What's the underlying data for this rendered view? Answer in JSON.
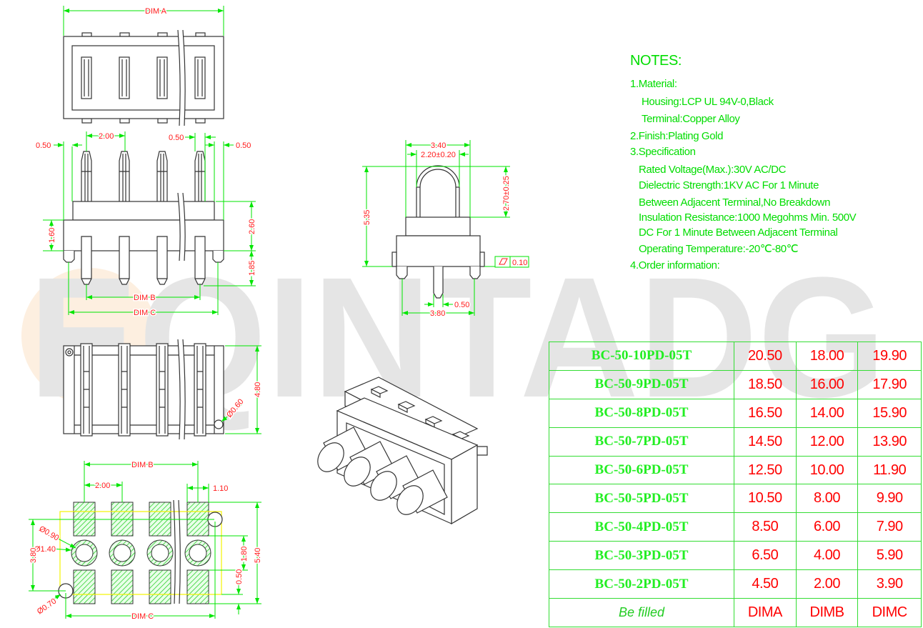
{
  "watermark": "EQINTADG",
  "colors": {
    "dimension": "#00e600",
    "text_red": "#ff1a1a",
    "outline": "#333333",
    "notes": "#00dd00"
  },
  "views": {
    "top": {
      "dim_a": "DIM A"
    },
    "front": {
      "pitch": "2.00",
      "offset_left": "0.50",
      "offset_mid": "0.50",
      "offset_right": "0.50",
      "h1": "1.60",
      "h2": "2.60",
      "h3": "1.85",
      "dim_b": "DIM B",
      "dim_c": "DIM C"
    },
    "bottom": {
      "depth": "4.80",
      "hole": "Ø0.60"
    },
    "side": {
      "w1": "3.40",
      "w2": "2.20±0.20",
      "height": "5.35",
      "pin_h": "2.70±0.25",
      "flatness": "0.10",
      "pin_w": "0.50",
      "peg_span": "3.80"
    },
    "pcb": {
      "dim_b": "DIM B",
      "pitch": "2.00",
      "pad_w": "1.10",
      "hole_inner": "Ø0.90",
      "hole_outer": "Ø1.40",
      "span": "3.80",
      "peg_hole": "Ø0.70",
      "pad_gap": "1.80",
      "total": "5.40",
      "edge": "0.50",
      "dim_c": "DIM C"
    }
  },
  "notes": {
    "title": "NOTES:",
    "lines": [
      "1.Material:",
      "Housing:LCP UL 94V-0,Black",
      "Terminal:Copper Alloy",
      "2.Finish:Plating Gold",
      "3.Specification",
      "Rated Voltage(Max.):30V AC/DC",
      "Dielectric Strength:1KV AC For 1 Minute",
      "Between Adjacent Terminal,No Breakdown",
      "Insulation Resistance:1000 Megohms Min. 500V",
      "DC For 1 Minute Between Adjacent Terminal",
      "Operating Temperature:-20℃-80℃",
      "4.Order information:"
    ]
  },
  "order_table": {
    "rows": [
      [
        "BC-50-10PD-05T",
        "20.50",
        "18.00",
        "19.90"
      ],
      [
        "BC-50-9PD-05T",
        "18.50",
        "16.00",
        "17.90"
      ],
      [
        "BC-50-8PD-05T",
        "16.50",
        "14.00",
        "15.90"
      ],
      [
        "BC-50-7PD-05T",
        "14.50",
        "12.00",
        "13.90"
      ],
      [
        "BC-50-6PD-05T",
        "12.50",
        "10.00",
        "11.90"
      ],
      [
        "BC-50-5PD-05T",
        "10.50",
        "8.00",
        "9.90"
      ],
      [
        "BC-50-4PD-05T",
        "8.50",
        "6.00",
        "7.90"
      ],
      [
        "BC-50-3PD-05T",
        "6.50",
        "4.00",
        "5.90"
      ],
      [
        "BC-50-2PD-05T",
        "4.50",
        "2.00",
        "3.90"
      ]
    ],
    "footer": [
      "Be filled",
      "DIMA",
      "DIMB",
      "DIMC"
    ]
  }
}
